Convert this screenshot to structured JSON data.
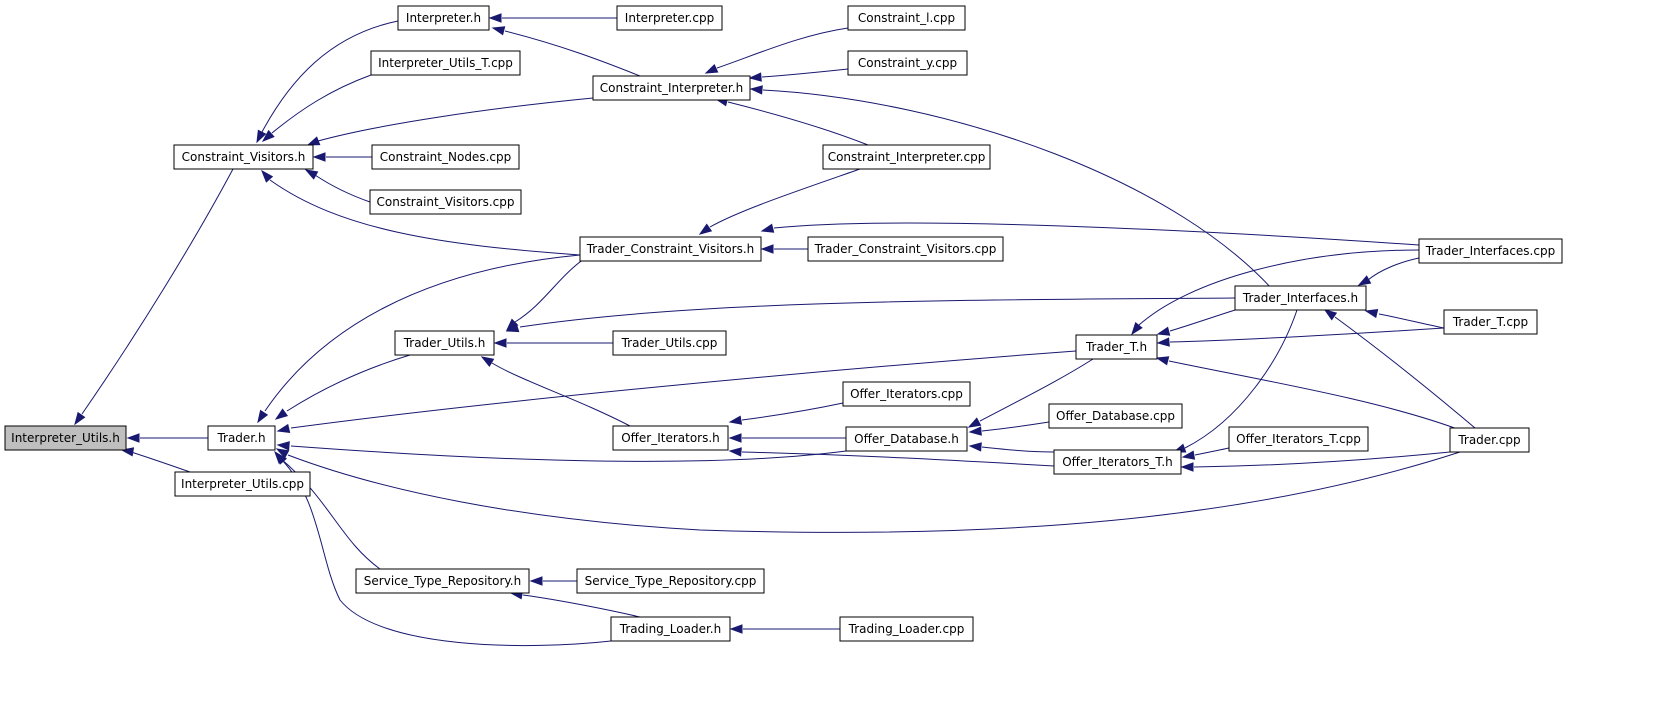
{
  "graph": {
    "root": "Interpreter_Utils.h",
    "nodes": [
      {
        "id": "interpreter_utils_h",
        "label": "Interpreter_Utils.h"
      },
      {
        "id": "trader_h",
        "label": "Trader.h"
      },
      {
        "id": "interpreter_utils_cpp",
        "label": "Interpreter_Utils.cpp"
      },
      {
        "id": "constraint_visitors_h",
        "label": "Constraint_Visitors.h"
      },
      {
        "id": "interpreter_h",
        "label": "Interpreter.h"
      },
      {
        "id": "interpreter_cpp",
        "label": "Interpreter.cpp"
      },
      {
        "id": "interpreter_utils_t_cpp",
        "label": "Interpreter_Utils_T.cpp"
      },
      {
        "id": "constraint_interpreter_h",
        "label": "Constraint_Interpreter.h"
      },
      {
        "id": "constraint_l_cpp",
        "label": "Constraint_l.cpp"
      },
      {
        "id": "constraint_y_cpp",
        "label": "Constraint_y.cpp"
      },
      {
        "id": "constraint_nodes_cpp",
        "label": "Constraint_Nodes.cpp"
      },
      {
        "id": "constraint_visitors_cpp",
        "label": "Constraint_Visitors.cpp"
      },
      {
        "id": "constraint_interpreter_cpp",
        "label": "Constraint_Interpreter.cpp"
      },
      {
        "id": "trader_constraint_visitors_h",
        "label": "Trader_Constraint_Visitors.h"
      },
      {
        "id": "trader_constraint_visitors_cpp",
        "label": "Trader_Constraint_Visitors.cpp"
      },
      {
        "id": "trader_interfaces_cpp",
        "label": "Trader_Interfaces.cpp"
      },
      {
        "id": "trader_interfaces_h",
        "label": "Trader_Interfaces.h"
      },
      {
        "id": "trader_utils_h",
        "label": "Trader_Utils.h"
      },
      {
        "id": "trader_utils_cpp",
        "label": "Trader_Utils.cpp"
      },
      {
        "id": "trader_t_h",
        "label": "Trader_T.h"
      },
      {
        "id": "trader_t_cpp",
        "label": "Trader_T.cpp"
      },
      {
        "id": "offer_iterators_cpp",
        "label": "Offer_Iterators.cpp"
      },
      {
        "id": "offer_iterators_h",
        "label": "Offer_Iterators.h"
      },
      {
        "id": "offer_database_cpp",
        "label": "Offer_Database.cpp"
      },
      {
        "id": "offer_database_h",
        "label": "Offer_Database.h"
      },
      {
        "id": "offer_iterators_t_cpp",
        "label": "Offer_Iterators_T.cpp"
      },
      {
        "id": "trader_cpp",
        "label": "Trader.cpp"
      },
      {
        "id": "offer_iterators_t_h",
        "label": "Offer_Iterators_T.h"
      },
      {
        "id": "service_type_repository_h",
        "label": "Service_Type_Repository.h"
      },
      {
        "id": "service_type_repository_cpp",
        "label": "Service_Type_Repository.cpp"
      },
      {
        "id": "trading_loader_h",
        "label": "Trading_Loader.h"
      },
      {
        "id": "trading_loader_cpp",
        "label": "Trading_Loader.cpp"
      }
    ],
    "edges": [
      {
        "from": "trader_h",
        "to": "interpreter_utils_h"
      },
      {
        "from": "interpreter_utils_cpp",
        "to": "interpreter_utils_h"
      },
      {
        "from": "constraint_visitors_h",
        "to": "interpreter_utils_h"
      },
      {
        "from": "interpreter_h",
        "to": "constraint_visitors_h"
      },
      {
        "from": "interpreter_utils_t_cpp",
        "to": "constraint_visitors_h"
      },
      {
        "from": "constraint_interpreter_h",
        "to": "constraint_visitors_h"
      },
      {
        "from": "constraint_nodes_cpp",
        "to": "constraint_visitors_h"
      },
      {
        "from": "constraint_visitors_cpp",
        "to": "constraint_visitors_h"
      },
      {
        "from": "trader_constraint_visitors_h",
        "to": "constraint_visitors_h"
      },
      {
        "from": "interpreter_cpp",
        "to": "interpreter_h"
      },
      {
        "from": "constraint_interpreter_h",
        "to": "interpreter_h"
      },
      {
        "from": "constraint_l_cpp",
        "to": "constraint_interpreter_h"
      },
      {
        "from": "constraint_y_cpp",
        "to": "constraint_interpreter_h"
      },
      {
        "from": "constraint_interpreter_cpp",
        "to": "constraint_interpreter_h"
      },
      {
        "from": "trader_interfaces_h",
        "to": "constraint_interpreter_h"
      },
      {
        "from": "constraint_interpreter_cpp",
        "to": "trader_constraint_visitors_h"
      },
      {
        "from": "trader_constraint_visitors_cpp",
        "to": "trader_constraint_visitors_h"
      },
      {
        "from": "trader_interfaces_cpp",
        "to": "trader_constraint_visitors_h"
      },
      {
        "from": "trader_constraint_visitors_h",
        "to": "trader_h"
      },
      {
        "from": "trader_utils_h",
        "to": "trader_h"
      },
      {
        "from": "trader_t_h",
        "to": "trader_h"
      },
      {
        "from": "offer_database_h",
        "to": "trader_h"
      },
      {
        "from": "trader_cpp",
        "to": "trader_h"
      },
      {
        "from": "service_type_repository_h",
        "to": "trader_h"
      },
      {
        "from": "trading_loader_h",
        "to": "trader_h"
      },
      {
        "from": "trader_constraint_visitors_h",
        "to": "trader_utils_h"
      },
      {
        "from": "trader_interfaces_h",
        "to": "trader_utils_h"
      },
      {
        "from": "trader_utils_cpp",
        "to": "trader_utils_h"
      },
      {
        "from": "offer_iterators_h",
        "to": "trader_utils_h"
      },
      {
        "from": "trader_interfaces_cpp",
        "to": "trader_interfaces_h"
      },
      {
        "from": "trader_t_cpp",
        "to": "trader_interfaces_h"
      },
      {
        "from": "trader_cpp",
        "to": "trader_interfaces_h"
      },
      {
        "from": "trader_interfaces_cpp",
        "to": "trader_t_h"
      },
      {
        "from": "trader_interfaces_h",
        "to": "trader_t_h"
      },
      {
        "from": "trader_t_cpp",
        "to": "trader_t_h"
      },
      {
        "from": "trader_cpp",
        "to": "trader_t_h"
      },
      {
        "from": "offer_iterators_cpp",
        "to": "offer_iterators_h"
      },
      {
        "from": "offer_database_h",
        "to": "offer_iterators_h"
      },
      {
        "from": "offer_iterators_t_h",
        "to": "offer_iterators_h"
      },
      {
        "from": "trader_t_h",
        "to": "offer_database_h"
      },
      {
        "from": "offer_database_cpp",
        "to": "offer_database_h"
      },
      {
        "from": "offer_iterators_t_h",
        "to": "offer_database_h"
      },
      {
        "from": "trader_interfaces_h",
        "to": "offer_iterators_t_h"
      },
      {
        "from": "offer_iterators_t_cpp",
        "to": "offer_iterators_t_h"
      },
      {
        "from": "trader_cpp",
        "to": "offer_iterators_t_h"
      },
      {
        "from": "service_type_repository_cpp",
        "to": "service_type_repository_h"
      },
      {
        "from": "trading_loader_h",
        "to": "service_type_repository_h"
      },
      {
        "from": "trading_loader_cpp",
        "to": "trading_loader_h"
      }
    ]
  }
}
